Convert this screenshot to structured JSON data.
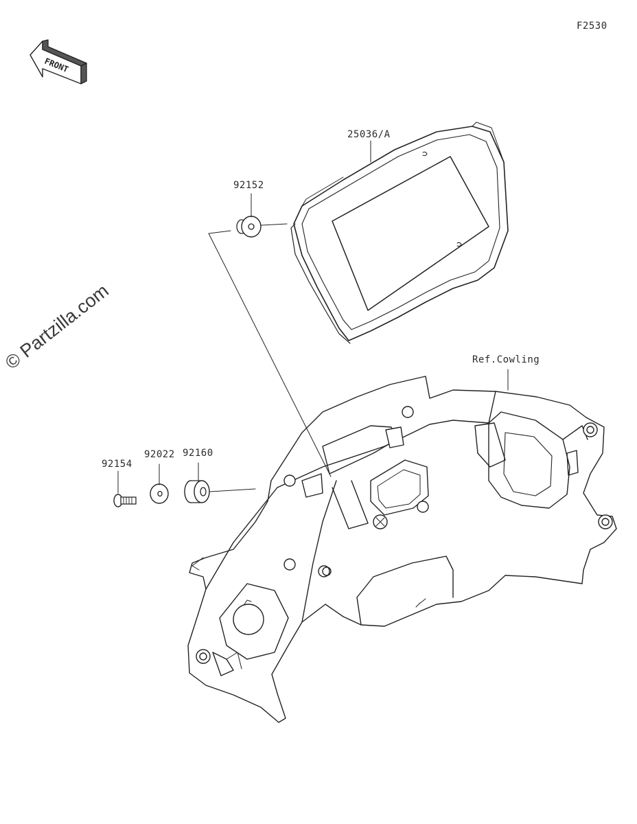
{
  "diagram": {
    "figure_code": "F2530",
    "front_arrow_text": "FRONT",
    "watermark": "© Partzilla.com",
    "parts": [
      {
        "id": "25036/A"
      },
      {
        "id": "92152"
      },
      {
        "id": "92154"
      },
      {
        "id": "92022"
      },
      {
        "id": "92160"
      },
      {
        "id": "Ref.Cowling"
      }
    ]
  }
}
